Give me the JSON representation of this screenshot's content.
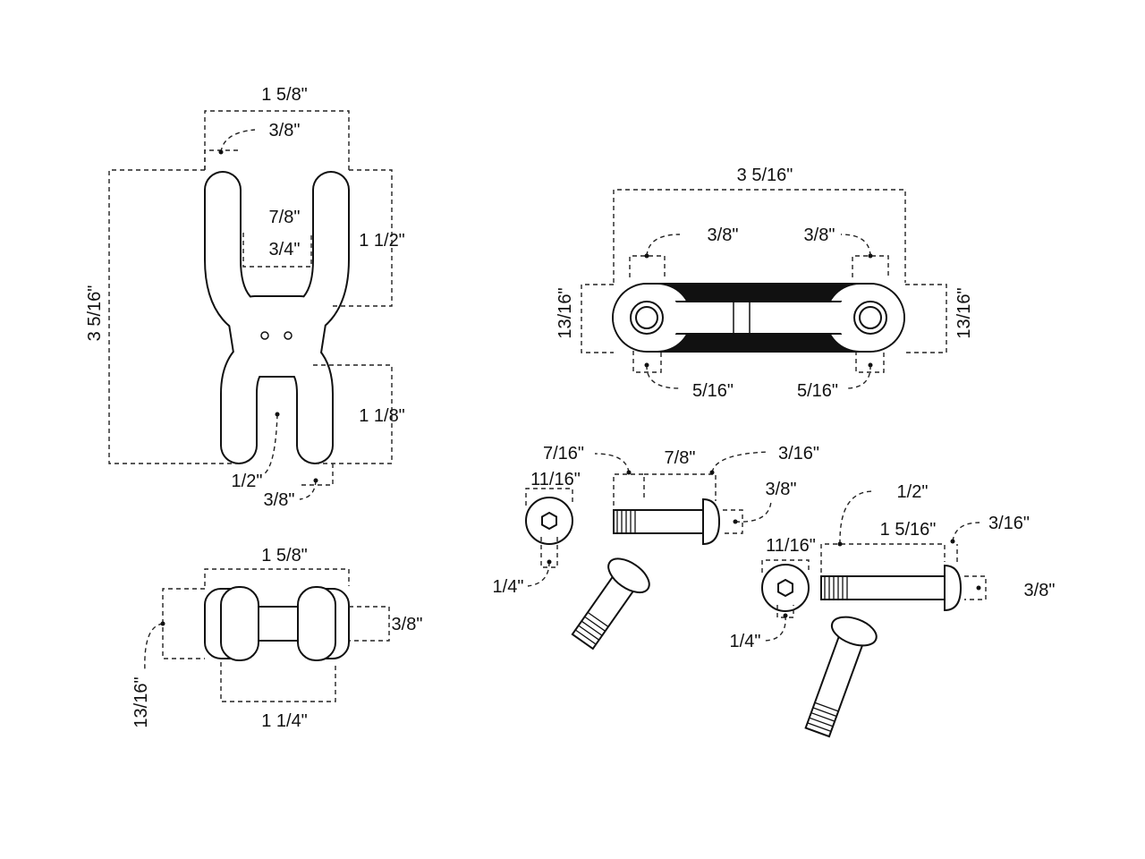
{
  "x_link": {
    "width": "1 5/8\"",
    "arm_width": "3/8\"",
    "upper_outer": "7/8\"",
    "upper_inner": "3/4\"",
    "upper_depth": "1 1/2\"",
    "height": "3 5/16\"",
    "lower_depth": "1 1/8\"",
    "lower_gap": "1/2\"",
    "lower_arm": "3/8\""
  },
  "x_link_end_view": {
    "width": "1 5/8\"",
    "pin_dia": "3/8\"",
    "thickness": "13/16\"",
    "inner_width": "1 1/4\""
  },
  "connector": {
    "length": "3 5/16\"",
    "left_eye": "3/8\"",
    "right_eye": "3/8\"",
    "left_height": "13/16\"",
    "right_height": "13/16\"",
    "left_hole": "5/16\"",
    "right_hole": "5/16\""
  },
  "bolt_short": {
    "head_len": "7/16\"",
    "shank_len": "7/8\"",
    "head_thick": "3/16\"",
    "head_dia": "11/16\"",
    "shank_dia": "3/8\"",
    "hex": "1/4\""
  },
  "bolt_long": {
    "head_len": "1/2\"",
    "shank_len": "1 5/16\"",
    "head_thick": "3/16\"",
    "head_dia": "11/16\"",
    "shank_dia": "3/8\"",
    "hex": "1/4\""
  }
}
